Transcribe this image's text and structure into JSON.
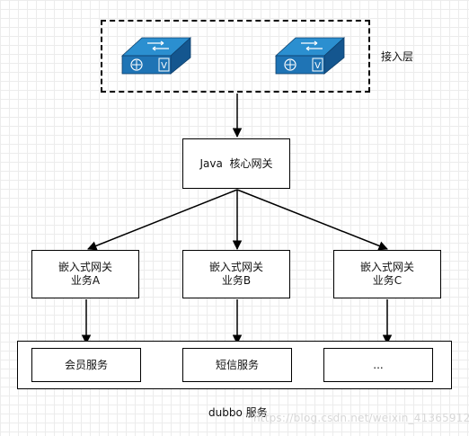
{
  "access_layer": {
    "label": "接入层",
    "devices": [
      {
        "icon": "router-icon",
        "badge": "V"
      },
      {
        "icon": "router-icon",
        "badge": "V"
      }
    ]
  },
  "core_gateway": {
    "label": "Java  核心网关"
  },
  "business_gateways": [
    {
      "line1": "嵌入式网关",
      "line2": "业务A"
    },
    {
      "line1": "嵌入式网关",
      "line2": "业务B"
    },
    {
      "line1": "嵌入式网关",
      "line2": "业务C"
    }
  ],
  "services": {
    "items": [
      "会员服务",
      "短信服务",
      "..."
    ],
    "label": "dubbo 服务"
  },
  "watermark": "https://blog.csdn.net/weixin_41365912",
  "colors": {
    "device_top": "#2b8fd0",
    "device_side": "#14568f",
    "device_front": "#1f74b5"
  }
}
